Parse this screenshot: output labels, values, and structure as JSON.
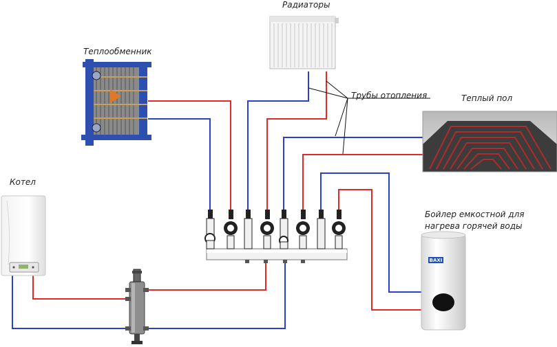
{
  "labels": {
    "radiators": "Радиаторы",
    "heat_exchanger": "Теплообменник",
    "heating_pipes": "Трубы отопления",
    "floor_heating": "Теплый пол",
    "boiler": "Котел",
    "tank_line1": "Бойлер емкостной для",
    "tank_line2": "нагрева горячей воды",
    "brand": "BAXI"
  },
  "colors": {
    "supply_pipe": "#e02a2a",
    "return_pipe": "#2a3fd0",
    "exchanger_frame": "#2d4fb0",
    "valve": "#2a2a2a",
    "pump": "#222222"
  },
  "icons": [
    "heat-exchanger-icon",
    "radiator-icon",
    "floor-heating-icon",
    "boiler-icon",
    "hydraulic-separator-icon",
    "manifold-icon",
    "pump-icon",
    "tank-icon"
  ]
}
